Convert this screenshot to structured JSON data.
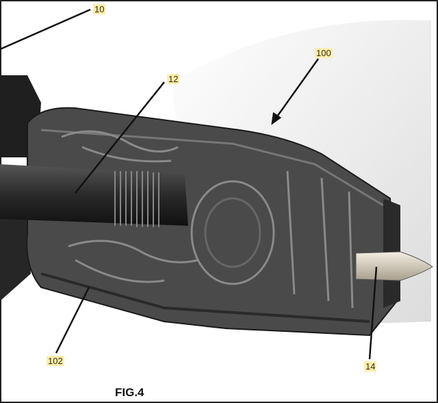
{
  "figure_title": "FIG.4",
  "labels": {
    "l10": "10",
    "l100": "100",
    "l12": "12",
    "l102": "102",
    "l14": "14"
  },
  "colors": {
    "label_bg": "#fbeeb0",
    "body": "#4a4a4a",
    "dark": "#1e1e1e",
    "tip": "#d8d0c0"
  }
}
